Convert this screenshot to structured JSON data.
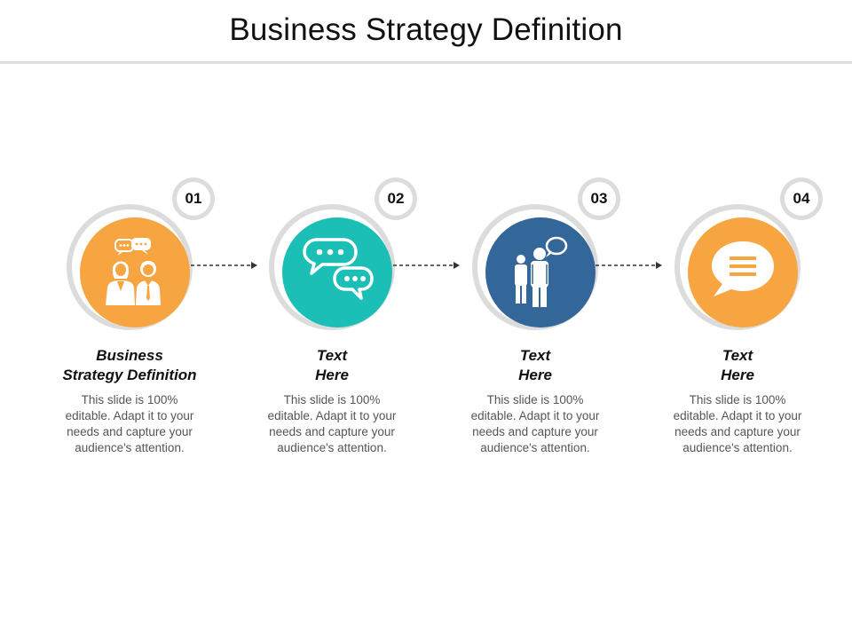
{
  "title": "Business Strategy Definition",
  "colors": {
    "orange": "#F7A540",
    "teal": "#1BBFB6",
    "blue": "#336699",
    "ring": "#DCDCDC"
  },
  "steps": [
    {
      "number": "01",
      "heading_line1": "Business",
      "heading_line2": "Strategy Definition",
      "desc": "This slide is 100% editable. Adapt it to your needs and capture your audience's attention.",
      "icon": "business-people-chat-icon",
      "color": "#F7A540"
    },
    {
      "number": "02",
      "heading_line1": "Text",
      "heading_line2": "Here",
      "desc": "This slide is 100% editable. Adapt it to your needs and capture your audience's attention.",
      "icon": "chat-bubbles-icon",
      "color": "#1BBFB6"
    },
    {
      "number": "03",
      "heading_line1": "Text",
      "heading_line2": "Here",
      "desc": "This slide is 100% editable. Adapt it to your needs and capture your audience's attention.",
      "icon": "people-speech-icon",
      "color": "#336699"
    },
    {
      "number": "04",
      "heading_line1": "Text",
      "heading_line2": "Here",
      "desc": "This slide is 100% editable. Adapt it to your needs and capture your audience's attention.",
      "icon": "message-bubble-icon",
      "color": "#F7A540"
    }
  ]
}
